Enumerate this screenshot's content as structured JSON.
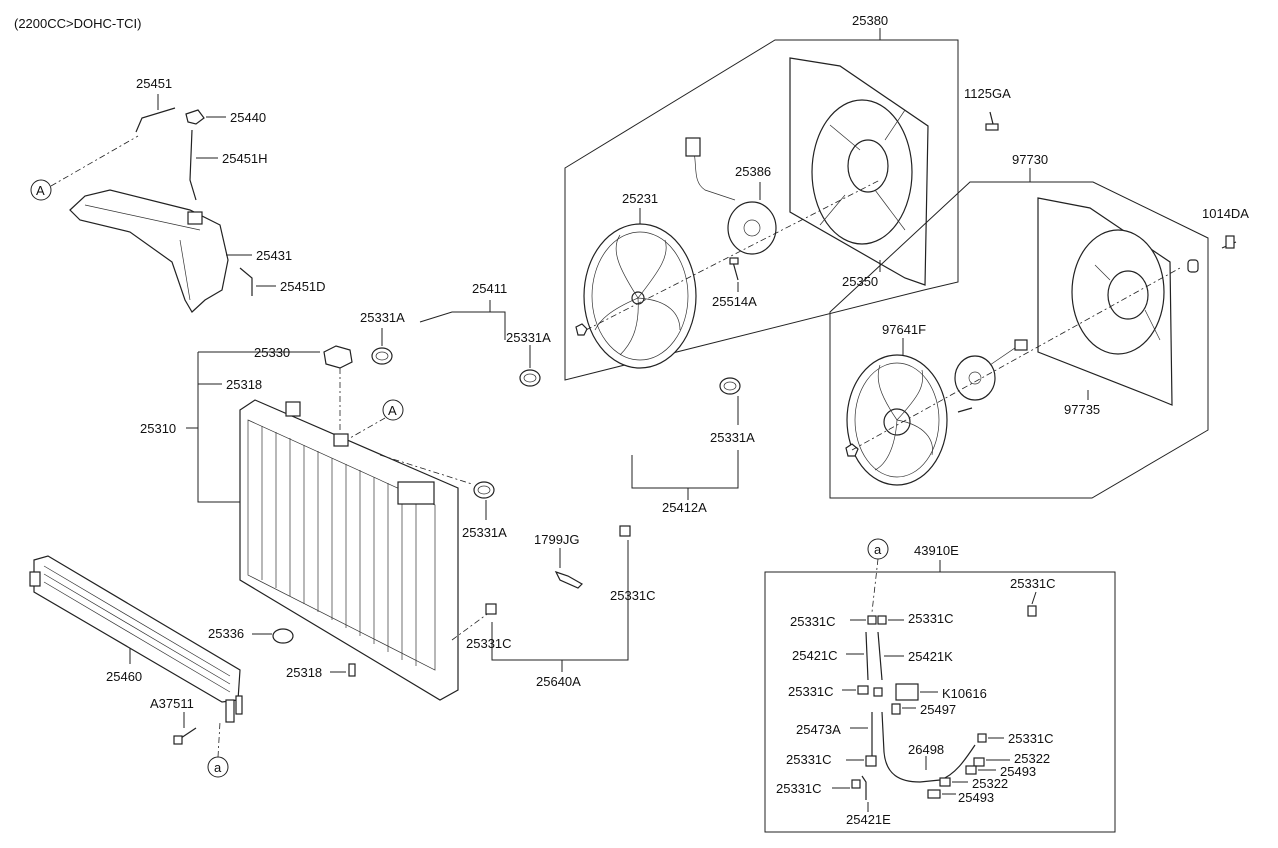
{
  "header": {
    "engine": "(2200CC>DOHC-TCI)"
  },
  "labels": {
    "p25451": "25451",
    "p25440": "25440",
    "p25451H": "25451H",
    "ref_a_upper": "A",
    "ref_a_mid": "A",
    "p25431": "25431",
    "p25451D": "25451D",
    "p25411": "25411",
    "p25331A_1": "25331A",
    "p25331A_2": "25331A",
    "p25330": "25330",
    "p25318_top": "25318",
    "p25310": "25310",
    "p25331A_3": "25331A",
    "p25331A_4": "25331A",
    "p25412A": "25412A",
    "p1799JG": "1799JG",
    "p25331C_1": "25331C",
    "p25331C_2": "25331C",
    "p25640A": "25640A",
    "p25336": "25336",
    "p25318_bot": "25318",
    "p25460": "25460",
    "pA37511": "A37511",
    "ref_a_lower_left": "a",
    "p25380": "25380",
    "p1125GA": "1125GA",
    "p25386": "25386",
    "p25231": "25231",
    "p25350": "25350",
    "p25514A": "25514A",
    "p97730": "97730",
    "p1014DA": "1014DA",
    "p97641F": "97641F",
    "p97735": "97735",
    "p43910E": "43910E",
    "ref_a_kit": "a",
    "k25331C_a": "25331C",
    "k25331C_b": "25331C",
    "k25331C_c": "25331C",
    "k25421C": "25421C",
    "k25421K": "25421K",
    "k25331C_d": "25331C",
    "kK10616": "K10616",
    "k25497": "25497",
    "k25473A": "25473A",
    "k26498": "26498",
    "k25331C_e": "25331C",
    "k25322_a": "25322",
    "k25493_a": "25493",
    "k25331C_f": "25331C",
    "k25331C_g": "25331C",
    "k25322_b": "25322",
    "k25493_b": "25493",
    "k25421E": "25421E"
  }
}
